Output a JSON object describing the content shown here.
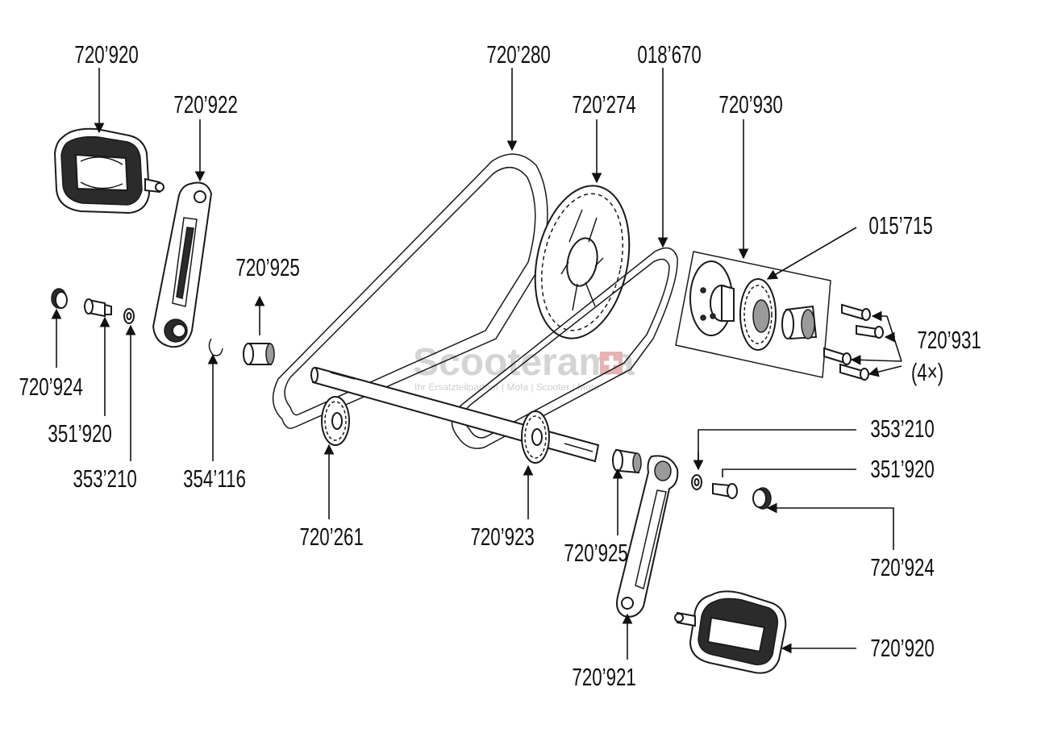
{
  "watermark": {
    "brand": "Scooterama",
    "tagline": "Ihr Ersatzteilpartner | Mofa | Scooter | Moto"
  },
  "labels": {
    "pedal_left": "720’920",
    "crank_left": "720’922",
    "belt_outer": "720’280",
    "chain_inner": "018’670",
    "sprocket_big": "720’274",
    "hub_assembly": "720’930",
    "freewheel": "015’715",
    "bolts": "720’931",
    "bolts_qty": "(4×)",
    "bushing_left": "720’925",
    "cap_left": "720’924",
    "bolt_left": "351’920",
    "washer_left": "353’210",
    "circlip": "354’116",
    "sprocket_small_left": "720’261",
    "sprocket_small_right": "720’923",
    "bushing_right": "720’925",
    "washer_right": "353’210",
    "bolt_right": "351’920",
    "cap_right": "720’924",
    "crank_right": "720’921",
    "pedal_right": "720’920"
  }
}
